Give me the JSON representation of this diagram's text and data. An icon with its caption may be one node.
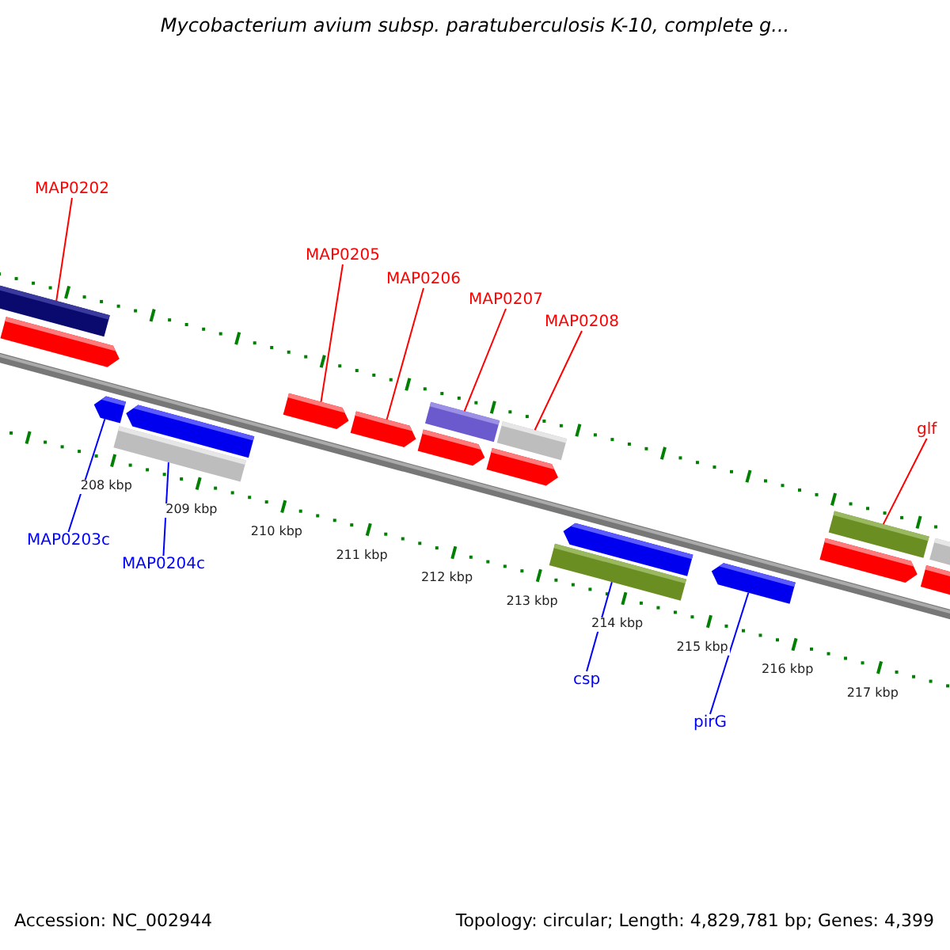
{
  "diagram": {
    "title": "Mycobacterium avium subsp. paratuberculosis K-10, complete g...",
    "nodes": [
      {
        "text": [
          "MAP0202"
        ]
      },
      {
        "text": [
          "MAP0205"
        ]
      },
      {
        "text": [
          "MAP0206"
        ]
      },
      {
        "text": [
          "MAP0207"
        ]
      },
      {
        "text": [
          "MAP0208"
        ]
      },
      {
        "text": [
          "glf"
        ]
      },
      {
        "text": [
          "MAP0203c"
        ]
      },
      {
        "text": [
          "MAP0204c"
        ]
      },
      {
        "text": [
          "csp"
        ]
      },
      {
        "text": [
          "pirG"
        ]
      },
      {
        "text": [],
        "shape": "bar"
      },
      {
        "text": [],
        "shape": "arrow"
      },
      {
        "text": [],
        "shape": "arrow"
      },
      {
        "text": [],
        "shape": "arrow"
      },
      {
        "text": [],
        "shape": "bar"
      },
      {
        "text": [],
        "shape": "arrow"
      },
      {
        "text": [],
        "shape": "arrow"
      },
      {
        "text": [],
        "shape": "bar"
      },
      {
        "text": [],
        "shape": "arrow"
      },
      {
        "text": [],
        "shape": "bar"
      },
      {
        "text": [],
        "shape": "arrow"
      },
      {
        "text": [],
        "shape": "bar"
      },
      {
        "text": [],
        "shape": "arrow"
      },
      {
        "text": [],
        "shape": "arrow"
      },
      {
        "text": [],
        "shape": "bar"
      },
      {
        "text": [],
        "shape": "arrow"
      },
      {
        "text": [],
        "shape": "bar"
      },
      {
        "text": [],
        "shape": "arrow"
      }
    ],
    "edges": [
      {
        "from": 0,
        "to": 10,
        "arrow": "none"
      },
      {
        "from": 1,
        "to": 15,
        "arrow": "none"
      },
      {
        "from": 2,
        "to": 16,
        "arrow": "none"
      },
      {
        "from": 3,
        "to": 17,
        "arrow": "none"
      },
      {
        "from": 4,
        "to": 19,
        "arrow": "none"
      },
      {
        "from": 5,
        "to": 24,
        "arrow": "none"
      },
      {
        "from": 6,
        "to": 12,
        "arrow": "none",
        "color": "#0000ff"
      },
      {
        "from": 7,
        "to": 14,
        "arrow": "none",
        "color": "#0000ff"
      },
      {
        "from": 8,
        "to": 21,
        "arrow": "none",
        "color": "#0000ff"
      },
      {
        "from": 9,
        "to": 23,
        "arrow": "none",
        "color": "#0000ff"
      }
    ],
    "labels": [
      "208 kbp",
      "209 kbp",
      "210 kbp",
      "211 kbp",
      "212 kbp",
      "213 kbp",
      "214 kbp",
      "215 kbp",
      "216 kbp",
      "217 kbp",
      "Accession: NC_002944",
      "Topology: circular; Length: 4,829,781 bp; Genes: 4,399"
    ]
  }
}
